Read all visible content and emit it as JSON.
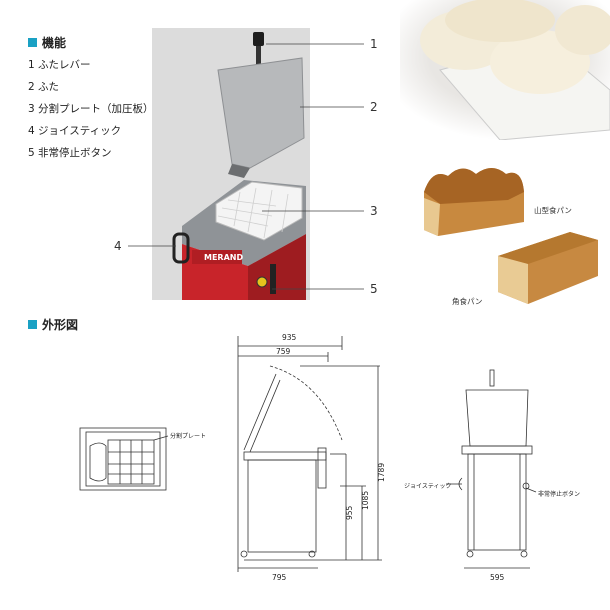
{
  "features": {
    "title": "機能",
    "items": [
      {
        "label": "1 ふたレバー"
      },
      {
        "label": "2 ふた"
      },
      {
        "label": "3 分割プレート（加圧板）"
      },
      {
        "label": "4 ジョイスティック"
      },
      {
        "label": "5 非常停止ボタン"
      }
    ]
  },
  "photo": {
    "brand": "MERAND",
    "callouts": [
      "1",
      "2",
      "3",
      "4",
      "5"
    ]
  },
  "breads": {
    "yama": "山型食パン",
    "kaku": "角食パン"
  },
  "outline": {
    "title": "外形図",
    "top_view_label": "分割プレート",
    "side_dims": {
      "overall_depth": "935",
      "lid_depth": "759",
      "base_depth": "795",
      "total_height": "1789",
      "open_height": "1085",
      "table_height": "955"
    },
    "front_dims": {
      "width": "595"
    },
    "front_labels": {
      "joystick": "ジョイスティック",
      "estop": "非常停止ボタン"
    }
  },
  "colors": {
    "accent": "#1aa1c4",
    "machine_red": "#c8242a",
    "steel": "#a9acb0"
  }
}
